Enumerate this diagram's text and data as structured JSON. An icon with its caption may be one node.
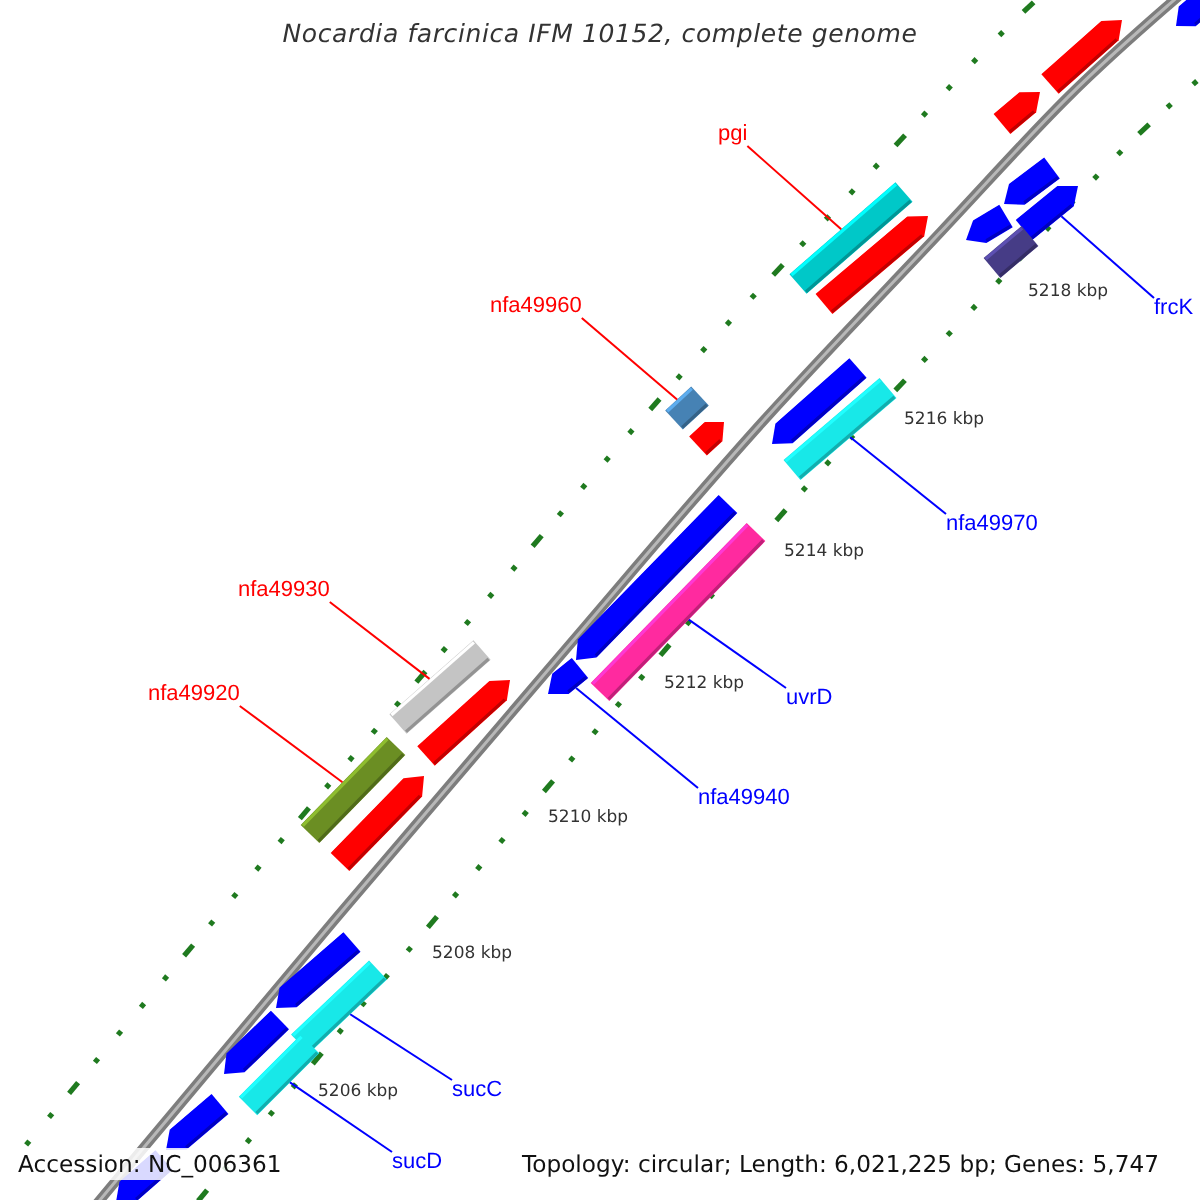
{
  "diagram": {
    "title": "Nocardia farcinica IFM 10152, complete genome",
    "nodes": [
      {
        "text": [],
        "shape": "pentagon"
      },
      {
        "text": [],
        "shape": "pentagon"
      },
      {
        "text": [
          "pgi"
        ]
      },
      {
        "text": [],
        "shape": "pentagon"
      },
      {
        "text": [],
        "shape": "pentagon"
      },
      {
        "text": [],
        "shape": "pentagon"
      },
      {
        "text": [],
        "shape": "pentagon"
      },
      {
        "text": [],
        "shape": "bar"
      },
      {
        "text": [],
        "shape": "bar"
      },
      {
        "text": [],
        "shape": "pentagon"
      },
      {
        "text": [
          "frcK"
        ]
      },
      {
        "text": [
          "nfa49960"
        ]
      },
      {
        "text": [],
        "shape": "box"
      },
      {
        "text": [],
        "shape": "pentagon"
      },
      {
        "text": [],
        "shape": "pentagon"
      },
      {
        "text": [],
        "shape": "bar"
      },
      {
        "text": [
          "nfa49970"
        ]
      },
      {
        "text": [],
        "shape": "pentagon"
      },
      {
        "text": [],
        "shape": "bar"
      },
      {
        "text": [
          "nfa49930"
        ]
      },
      {
        "text": [],
        "shape": "bar"
      },
      {
        "text": [],
        "shape": "pentagon"
      },
      {
        "text": [],
        "shape": "pentagon"
      },
      {
        "text": [
          "nfa49920"
        ]
      },
      {
        "text": [
          "uvrD"
        ]
      },
      {
        "text": [],
        "shape": "bar"
      },
      {
        "text": [],
        "shape": "pentagon"
      },
      {
        "text": [
          "nfa49940"
        ]
      },
      {
        "text": [],
        "shape": "pentagon"
      },
      {
        "text": [],
        "shape": "bar"
      },
      {
        "text": [],
        "shape": "pentagon"
      },
      {
        "text": [
          "sucC"
        ]
      },
      {
        "text": [],
        "shape": "bar"
      },
      {
        "text": [],
        "shape": "pentagon"
      },
      {
        "text": [
          "sucD"
        ]
      },
      {
        "text": [],
        "shape": "pentagon"
      }
    ],
    "edges": [
      {
        "from": 2,
        "to": 7,
        "arrow": "none",
        "color": "#ff0000"
      },
      {
        "from": 10,
        "to": 5,
        "arrow": "none",
        "color": "#0000ff"
      },
      {
        "from": 11,
        "to": 12,
        "arrow": "none",
        "color": "#ff0000"
      },
      {
        "from": 16,
        "to": 15,
        "arrow": "none",
        "color": "#0000ff"
      },
      {
        "from": 19,
        "to": 20,
        "arrow": "none",
        "color": "#ff0000"
      },
      {
        "from": 23,
        "to": 25,
        "arrow": "none",
        "color": "#ff0000"
      },
      {
        "from": 24,
        "to": 18,
        "arrow": "none",
        "color": "#0000ff"
      },
      {
        "from": 27,
        "to": 22,
        "arrow": "none",
        "color": "#0000ff"
      },
      {
        "from": 31,
        "to": 29,
        "arrow": "none",
        "color": "#0000ff"
      },
      {
        "from": 34,
        "to": 32,
        "arrow": "none",
        "color": "#0000ff"
      }
    ],
    "labels": [
      "5218 kbp",
      "5216 kbp",
      "5214 kbp",
      "5212 kbp",
      "5210 kbp",
      "5208 kbp",
      "5206 kbp",
      "Accession: NC_006361",
      "Topology: circular; Length: 6,021,225 bp; Genes: 5,747"
    ]
  }
}
